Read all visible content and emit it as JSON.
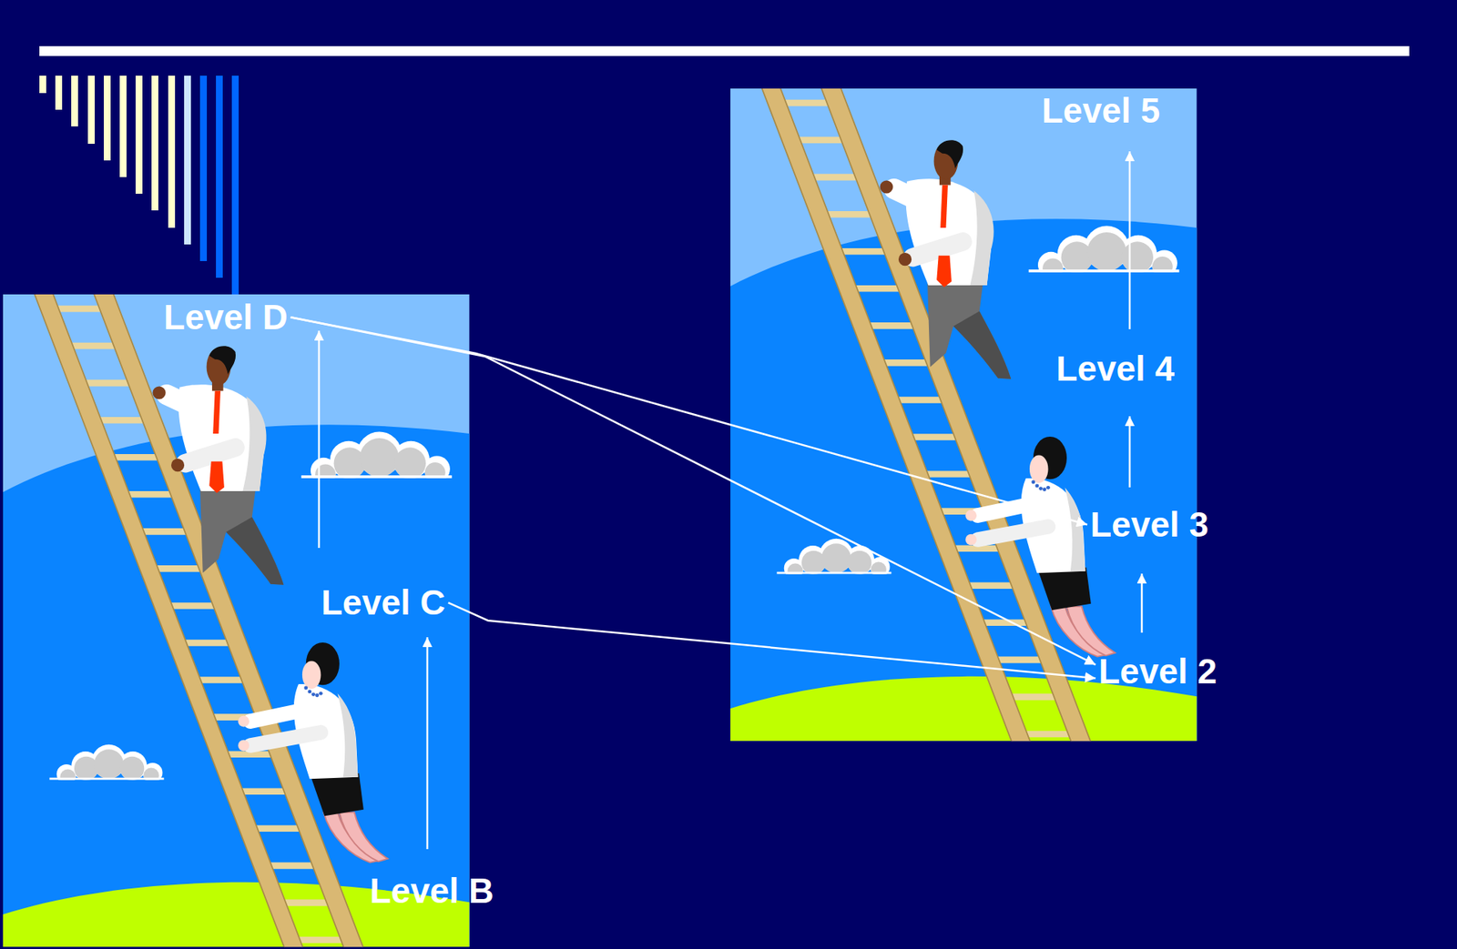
{
  "diagram": {
    "nodes": [
      {
        "text": [
          "Level D"
        ]
      },
      {
        "text": [
          "Level C"
        ]
      },
      {
        "text": [
          "Level B"
        ]
      },
      {
        "text": [
          "Level 5"
        ]
      },
      {
        "text": [
          "Level 4"
        ]
      },
      {
        "text": [
          "Level 3"
        ]
      },
      {
        "text": [
          "Level 2"
        ]
      }
    ],
    "edges": [
      {
        "from": 0,
        "to": 5,
        "arrow": "to"
      },
      {
        "from": 0,
        "to": 6,
        "arrow": "to"
      },
      {
        "from": 1,
        "to": 6,
        "arrow": "to"
      }
    ]
  }
}
